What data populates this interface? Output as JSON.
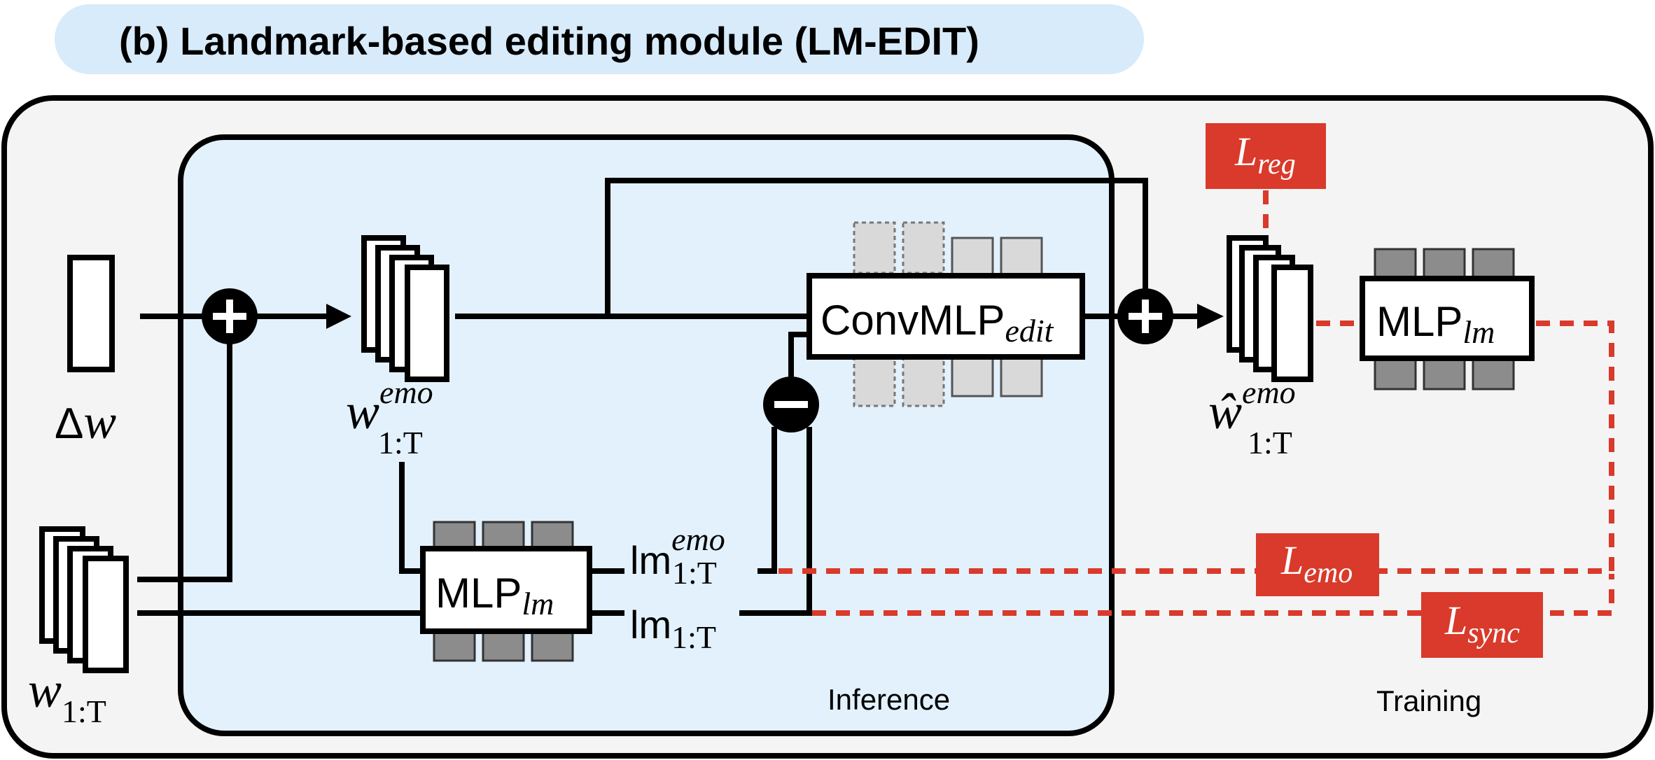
{
  "title": "(b) Landmark-based editing module (LM-EDIT)",
  "region_labels": {
    "inference": "Inference",
    "training": "Training"
  },
  "symbols": {
    "delta_w": {
      "delta": "Δ",
      "w": "w"
    },
    "w_emo": {
      "base": "w",
      "sup": "emo",
      "sub": "1:T"
    },
    "w_hat_emo": {
      "base": "ŵ",
      "sup": "emo",
      "sub": "1:T"
    },
    "w_seq": {
      "base": "w",
      "sub": "1:T"
    },
    "lm_emo": {
      "base": "lm",
      "sup": "emo",
      "sub": "1:T"
    },
    "lm_seq": {
      "base": "lm",
      "sub": "1:T"
    }
  },
  "blocks": {
    "conv_mlp_edit": {
      "base": "ConvMLP",
      "sub": "edit"
    },
    "mlp_lm_inference": {
      "base": "MLP",
      "sub": "lm"
    },
    "mlp_lm_training": {
      "base": "MLP",
      "sub": "lm"
    }
  },
  "losses": {
    "reg": {
      "base": "L",
      "sub": "reg"
    },
    "emo": {
      "base": "L",
      "sub": "emo"
    },
    "sync": {
      "base": "L",
      "sub": "sync"
    }
  },
  "operators": {
    "plus": "+",
    "minus": "−"
  },
  "colors": {
    "title_bg": "#d7ebfa",
    "outer_bg": "#f4f4f4",
    "inference_bg": "#e3f1fc",
    "loss_red": "#d93a2b",
    "param_gray": "#8c8c8c",
    "param_light": "#d9d9d9"
  }
}
